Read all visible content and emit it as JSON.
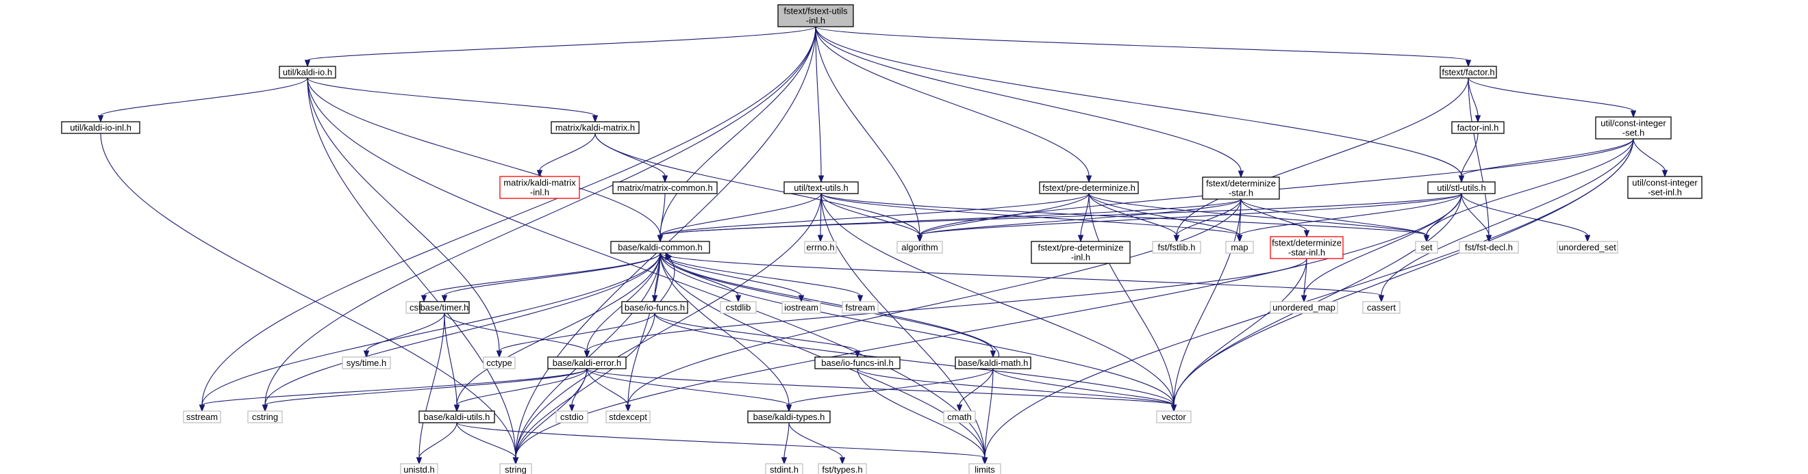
{
  "diagram": {
    "nodes": [
      {
        "id": "root",
        "lines": [
          "fstext/fstext-utils",
          "-inl.h"
        ],
        "style": "root"
      },
      {
        "id": "kaldi_io",
        "lines": [
          "util/kaldi-io.h"
        ],
        "style": "doc"
      },
      {
        "id": "factor",
        "lines": [
          "fstext/factor.h"
        ],
        "style": "doc"
      },
      {
        "id": "kaldi_io_inl",
        "lines": [
          "util/kaldi-io-inl.h"
        ],
        "style": "doc"
      },
      {
        "id": "kaldi_matrix",
        "lines": [
          "matrix/kaldi-matrix.h"
        ],
        "style": "doc"
      },
      {
        "id": "factor_inl",
        "lines": [
          "factor-inl.h"
        ],
        "style": "doc"
      },
      {
        "id": "const_int_set",
        "lines": [
          "util/const-integer",
          "-set.h"
        ],
        "style": "doc"
      },
      {
        "id": "kaldi_matrix_inl",
        "lines": [
          "matrix/kaldi-matrix",
          "-inl.h"
        ],
        "style": "missing"
      },
      {
        "id": "matrix_common",
        "lines": [
          "matrix/matrix-common.h"
        ],
        "style": "doc"
      },
      {
        "id": "text_utils",
        "lines": [
          "util/text-utils.h"
        ],
        "style": "doc"
      },
      {
        "id": "pre_det",
        "lines": [
          "fstext/pre-determinize.h"
        ],
        "style": "doc"
      },
      {
        "id": "det_star",
        "lines": [
          "fstext/determinize",
          "-star.h"
        ],
        "style": "doc"
      },
      {
        "id": "stl_utils",
        "lines": [
          "util/stl-utils.h"
        ],
        "style": "doc"
      },
      {
        "id": "const_int_set_inl",
        "lines": [
          "util/const-integer",
          "-set-inl.h"
        ],
        "style": "doc"
      },
      {
        "id": "kaldi_common",
        "lines": [
          "base/kaldi-common.h"
        ],
        "style": "doc"
      },
      {
        "id": "errno",
        "lines": [
          "errno.h"
        ],
        "style": "nodoc"
      },
      {
        "id": "algorithm",
        "lines": [
          "algorithm"
        ],
        "style": "nodoc"
      },
      {
        "id": "pre_det_inl",
        "lines": [
          "fstext/pre-determinize",
          "-inl.h"
        ],
        "style": "doc"
      },
      {
        "id": "fstlib",
        "lines": [
          "fst/fstlib.h"
        ],
        "style": "nodoc"
      },
      {
        "id": "map",
        "lines": [
          "map"
        ],
        "style": "nodoc"
      },
      {
        "id": "det_star_inl",
        "lines": [
          "fstext/determinize",
          "-star-inl.h"
        ],
        "style": "missing"
      },
      {
        "id": "set",
        "lines": [
          "set"
        ],
        "style": "nodoc"
      },
      {
        "id": "fst_decl",
        "lines": [
          "fst/fst-decl.h"
        ],
        "style": "nodoc"
      },
      {
        "id": "unordered_set",
        "lines": [
          "unordered_set"
        ],
        "style": "nodoc"
      },
      {
        "id": "cstddef",
        "lines": [
          "cstddef"
        ],
        "style": "nodoc"
      },
      {
        "id": "timer",
        "lines": [
          "base/timer.h"
        ],
        "style": "doc"
      },
      {
        "id": "io_funcs",
        "lines": [
          "base/io-funcs.h"
        ],
        "style": "doc"
      },
      {
        "id": "cstdlib",
        "lines": [
          "cstdlib"
        ],
        "style": "nodoc"
      },
      {
        "id": "iostream",
        "lines": [
          "iostream"
        ],
        "style": "nodoc"
      },
      {
        "id": "fstream",
        "lines": [
          "fstream"
        ],
        "style": "nodoc"
      },
      {
        "id": "unordered_map",
        "lines": [
          "unordered_map"
        ],
        "style": "nodoc"
      },
      {
        "id": "cassert",
        "lines": [
          "cassert"
        ],
        "style": "nodoc"
      },
      {
        "id": "systime",
        "lines": [
          "sys/time.h"
        ],
        "style": "nodoc"
      },
      {
        "id": "cctype",
        "lines": [
          "cctype"
        ],
        "style": "nodoc"
      },
      {
        "id": "kaldi_error",
        "lines": [
          "base/kaldi-error.h"
        ],
        "style": "doc"
      },
      {
        "id": "io_funcs_inl",
        "lines": [
          "base/io-funcs-inl.h"
        ],
        "style": "doc"
      },
      {
        "id": "kaldi_math",
        "lines": [
          "base/kaldi-math.h"
        ],
        "style": "doc"
      },
      {
        "id": "sstream",
        "lines": [
          "sstream"
        ],
        "style": "nodoc"
      },
      {
        "id": "cstring",
        "lines": [
          "cstring"
        ],
        "style": "nodoc"
      },
      {
        "id": "kaldi_utils",
        "lines": [
          "base/kaldi-utils.h"
        ],
        "style": "doc"
      },
      {
        "id": "cstdio",
        "lines": [
          "cstdio"
        ],
        "style": "nodoc"
      },
      {
        "id": "stdexcept",
        "lines": [
          "stdexcept"
        ],
        "style": "nodoc"
      },
      {
        "id": "kaldi_types",
        "lines": [
          "base/kaldi-types.h"
        ],
        "style": "doc"
      },
      {
        "id": "cmath",
        "lines": [
          "cmath"
        ],
        "style": "nodoc"
      },
      {
        "id": "vector",
        "lines": [
          "vector"
        ],
        "style": "nodoc"
      },
      {
        "id": "unistd",
        "lines": [
          "unistd.h"
        ],
        "style": "nodoc"
      },
      {
        "id": "string",
        "lines": [
          "string"
        ],
        "style": "nodoc"
      },
      {
        "id": "limits",
        "lines": [
          "limits"
        ],
        "style": "nodoc"
      },
      {
        "id": "stdint",
        "lines": [
          "stdint.h"
        ],
        "style": "nodoc"
      },
      {
        "id": "fst_types",
        "lines": [
          "fst/types.h"
        ],
        "style": "nodoc"
      }
    ],
    "edges": [
      [
        "root",
        "kaldi_io"
      ],
      [
        "root",
        "factor"
      ],
      [
        "root",
        "text_utils"
      ],
      [
        "root",
        "pre_det"
      ],
      [
        "root",
        "det_star"
      ],
      [
        "root",
        "stl_utils"
      ],
      [
        "root",
        "kaldi_common"
      ],
      [
        "root",
        "algorithm"
      ],
      [
        "root",
        "sstream"
      ],
      [
        "root",
        "cstring"
      ],
      [
        "root",
        "string"
      ],
      [
        "kaldi_io",
        "kaldi_io_inl"
      ],
      [
        "kaldi_io",
        "kaldi_matrix"
      ],
      [
        "kaldi_io",
        "kaldi_common"
      ],
      [
        "kaldi_io",
        "cctype"
      ],
      [
        "kaldi_io",
        "string"
      ],
      [
        "kaldi_io",
        "limits"
      ],
      [
        "kaldi_io_inl",
        "string"
      ],
      [
        "kaldi_matrix",
        "kaldi_matrix_inl"
      ],
      [
        "kaldi_matrix",
        "matrix_common"
      ],
      [
        "kaldi_matrix",
        "algorithm"
      ],
      [
        "matrix_common",
        "kaldi_common"
      ],
      [
        "factor",
        "factor_inl"
      ],
      [
        "factor",
        "const_int_set"
      ],
      [
        "factor",
        "fstlib"
      ],
      [
        "factor",
        "fst_decl"
      ],
      [
        "factor_inl",
        "stl_utils"
      ],
      [
        "const_int_set",
        "stl_utils"
      ],
      [
        "const_int_set",
        "const_int_set_inl"
      ],
      [
        "const_int_set",
        "algorithm"
      ],
      [
        "const_int_set",
        "cassert"
      ],
      [
        "const_int_set",
        "vector"
      ],
      [
        "const_int_set",
        "limits"
      ],
      [
        "const_int_set",
        "set"
      ],
      [
        "text_utils",
        "kaldi_common"
      ],
      [
        "text_utils",
        "errno"
      ],
      [
        "text_utils",
        "algorithm"
      ],
      [
        "text_utils",
        "map"
      ],
      [
        "text_utils",
        "set"
      ],
      [
        "text_utils",
        "limits"
      ],
      [
        "text_utils",
        "vector"
      ],
      [
        "text_utils",
        "string"
      ],
      [
        "pre_det",
        "kaldi_common"
      ],
      [
        "pre_det",
        "algorithm"
      ],
      [
        "pre_det",
        "map"
      ],
      [
        "pre_det",
        "set"
      ],
      [
        "pre_det",
        "fstlib"
      ],
      [
        "pre_det",
        "pre_det_inl"
      ],
      [
        "pre_det",
        "vector"
      ],
      [
        "det_star",
        "kaldi_common"
      ],
      [
        "det_star",
        "fstlib"
      ],
      [
        "det_star",
        "det_star_inl"
      ],
      [
        "det_star",
        "algorithm"
      ],
      [
        "det_star",
        "map"
      ],
      [
        "det_star",
        "set"
      ],
      [
        "det_star",
        "vector"
      ],
      [
        "det_star",
        "stdexcept"
      ],
      [
        "det_star_inl",
        "kaldi_error"
      ],
      [
        "det_star_inl",
        "unordered_map"
      ],
      [
        "det_star_inl",
        "vector"
      ],
      [
        "stl_utils",
        "algorithm"
      ],
      [
        "stl_utils",
        "map"
      ],
      [
        "stl_utils",
        "set"
      ],
      [
        "stl_utils",
        "string"
      ],
      [
        "stl_utils",
        "unordered_set"
      ],
      [
        "stl_utils",
        "unordered_map"
      ],
      [
        "stl_utils",
        "vector"
      ],
      [
        "stl_utils",
        "kaldi_common"
      ],
      [
        "stl_utils",
        "fst_decl"
      ],
      [
        "kaldi_common",
        "cstddef"
      ],
      [
        "kaldi_common",
        "cstdlib"
      ],
      [
        "kaldi_common",
        "cstring"
      ],
      [
        "kaldi_common",
        "iostream"
      ],
      [
        "kaldi_common",
        "fstream"
      ],
      [
        "kaldi_common",
        "sstream"
      ],
      [
        "kaldi_common",
        "stdexcept"
      ],
      [
        "kaldi_common",
        "string"
      ],
      [
        "kaldi_common",
        "vector"
      ],
      [
        "kaldi_common",
        "cassert"
      ],
      [
        "kaldi_common",
        "timer"
      ],
      [
        "kaldi_common",
        "io_funcs"
      ],
      [
        "kaldi_common",
        "kaldi_error"
      ],
      [
        "kaldi_common",
        "kaldi_math"
      ],
      [
        "kaldi_common",
        "kaldi_utils"
      ],
      [
        "kaldi_common",
        "kaldi_types"
      ],
      [
        "kaldi_common",
        "limits"
      ],
      [
        "timer",
        "systime"
      ],
      [
        "timer",
        "unistd"
      ],
      [
        "timer",
        "kaldi_error"
      ],
      [
        "timer",
        "kaldi_utils"
      ],
      [
        "io_funcs",
        "kaldi_common"
      ],
      [
        "io_funcs",
        "cctype"
      ],
      [
        "io_funcs",
        "io_funcs_inl"
      ],
      [
        "io_funcs",
        "string"
      ],
      [
        "io_funcs",
        "vector"
      ],
      [
        "io_funcs_inl",
        "vector"
      ],
      [
        "io_funcs_inl",
        "limits"
      ],
      [
        "kaldi_error",
        "sstream"
      ],
      [
        "kaldi_error",
        "cstring"
      ],
      [
        "kaldi_error",
        "kaldi_utils"
      ],
      [
        "kaldi_error",
        "cstdio"
      ],
      [
        "kaldi_error",
        "stdexcept"
      ],
      [
        "kaldi_error",
        "kaldi_types"
      ],
      [
        "kaldi_error",
        "string"
      ],
      [
        "kaldi_error",
        "vector"
      ],
      [
        "kaldi_math",
        "kaldi_types"
      ],
      [
        "kaldi_math",
        "cmath"
      ],
      [
        "kaldi_math",
        "limits"
      ],
      [
        "kaldi_math",
        "vector"
      ],
      [
        "kaldi_math",
        "kaldi_common"
      ],
      [
        "kaldi_utils",
        "unistd"
      ],
      [
        "kaldi_utils",
        "string"
      ],
      [
        "kaldi_utils",
        "limits"
      ],
      [
        "kaldi_types",
        "stdint"
      ],
      [
        "kaldi_types",
        "fst_types"
      ]
    ]
  }
}
